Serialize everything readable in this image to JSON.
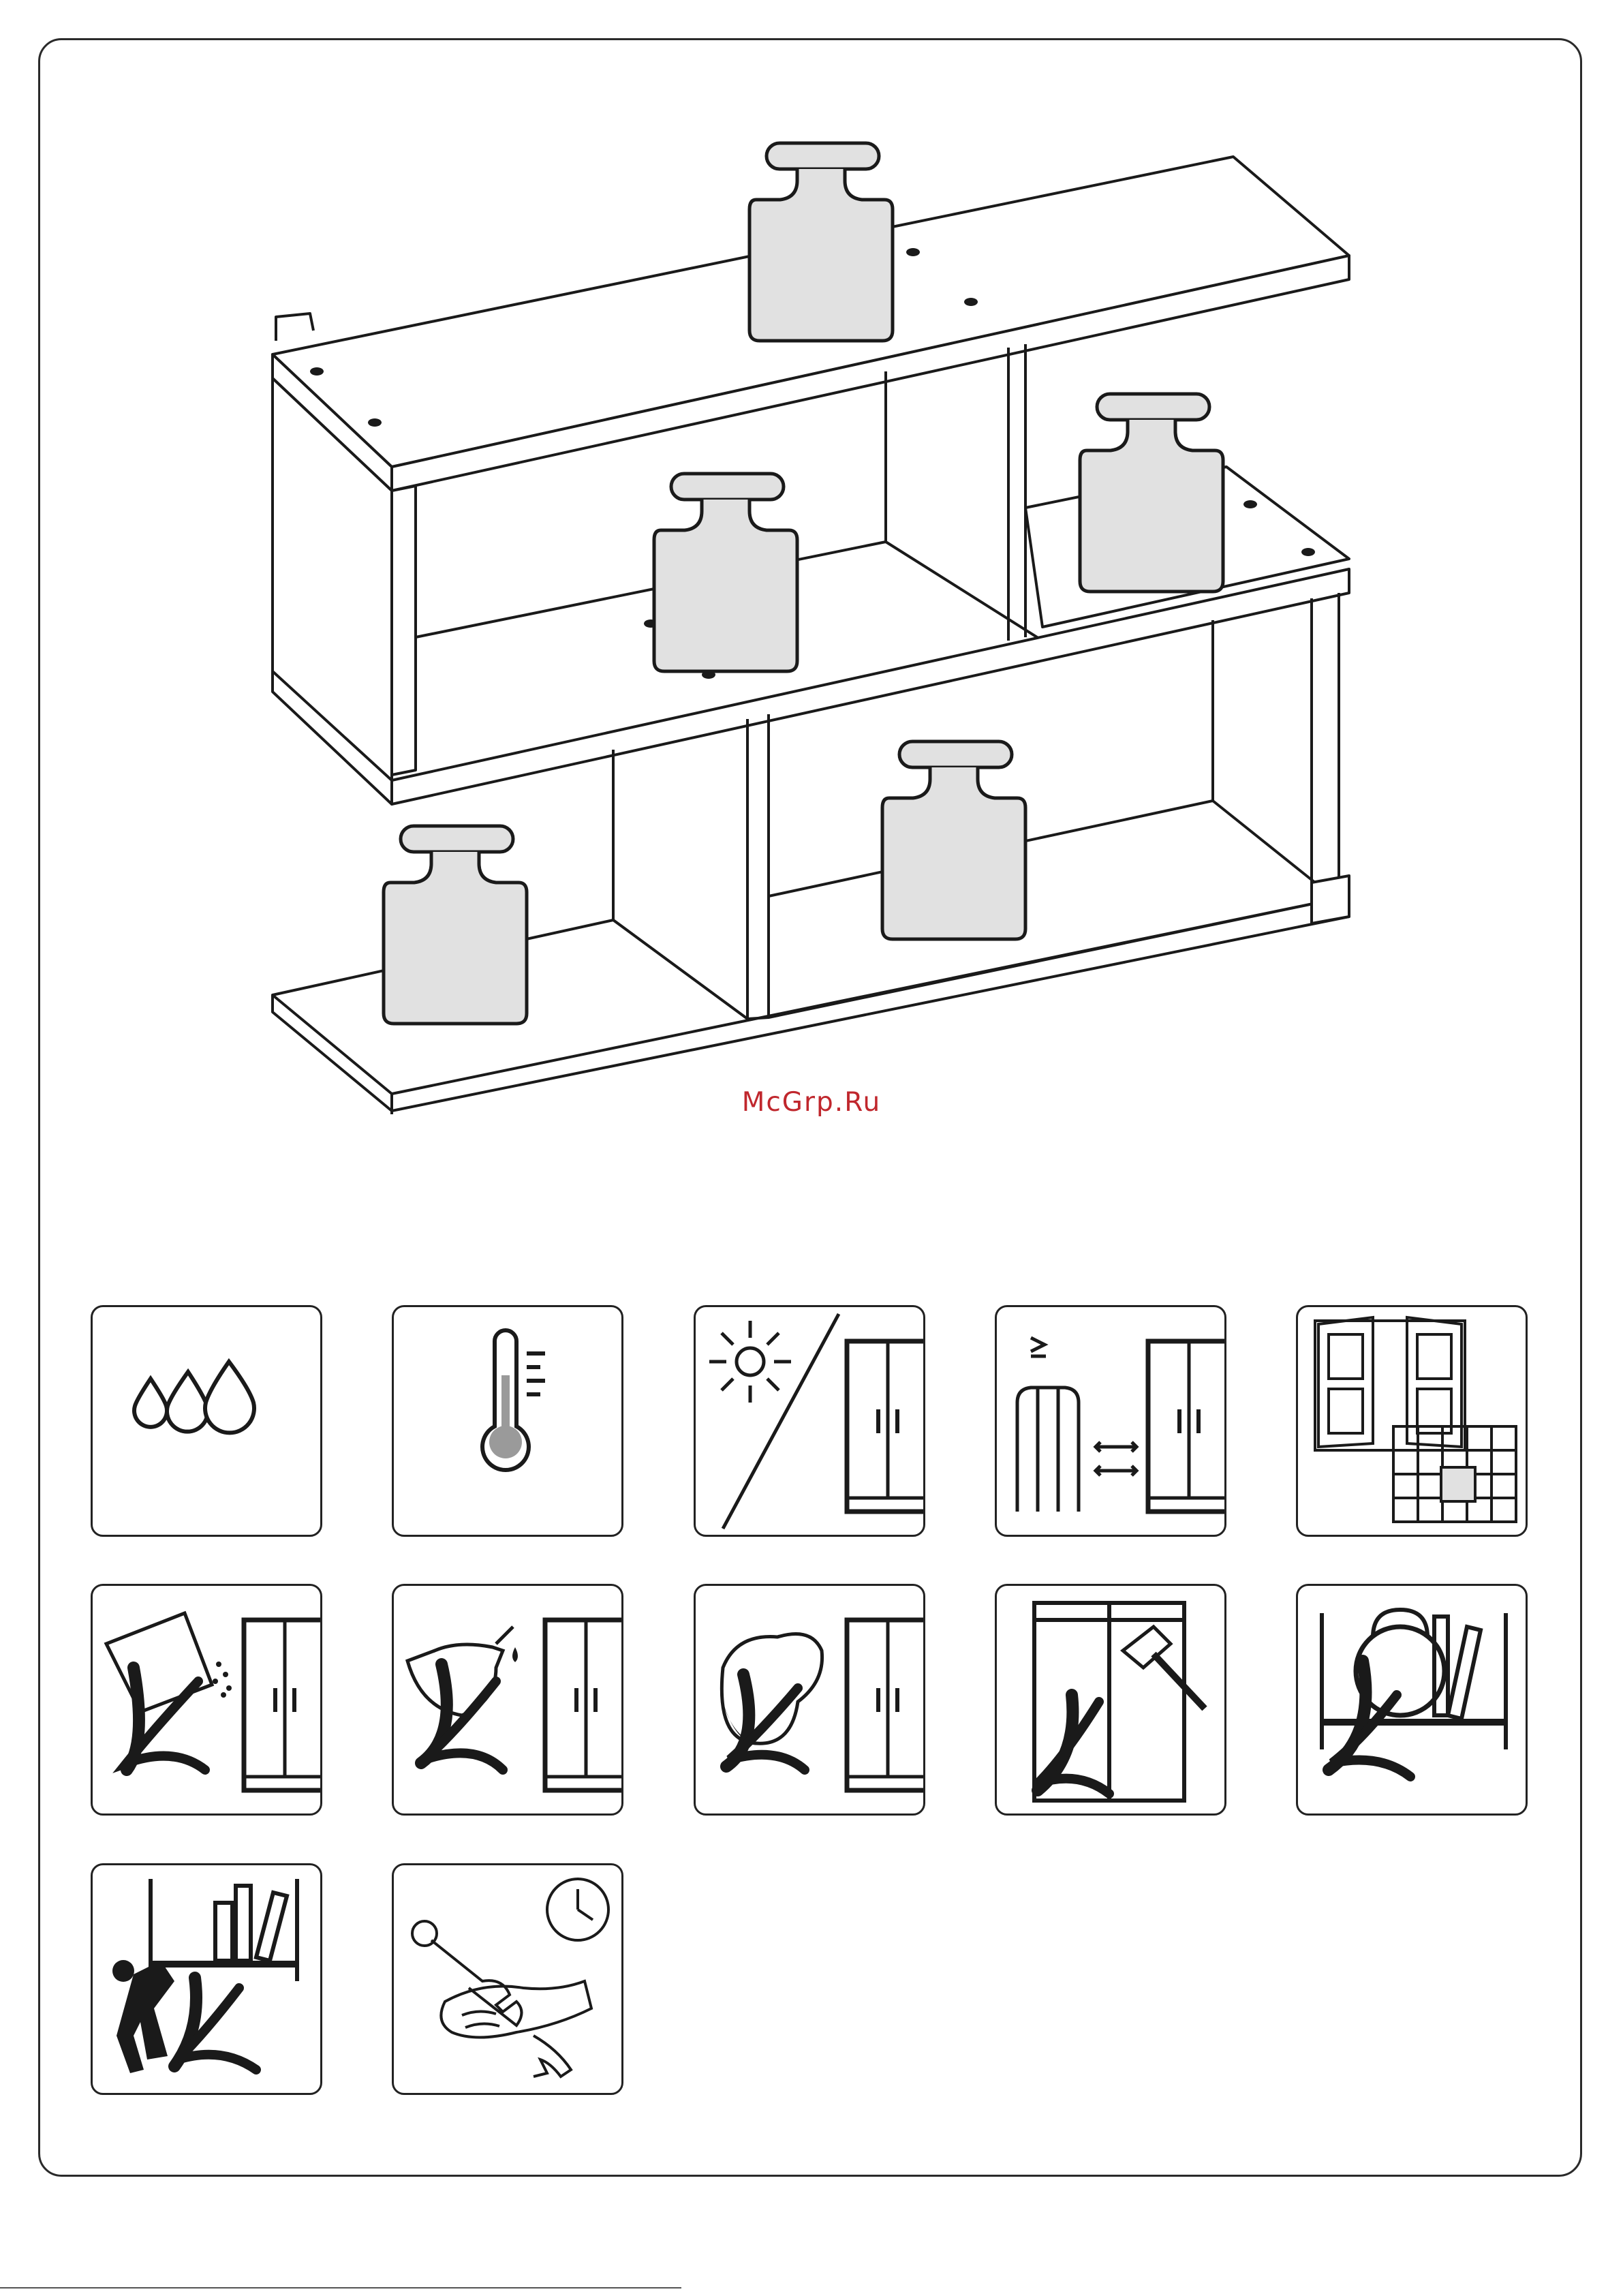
{
  "watermark": {
    "text": "McGrp.Ru",
    "color": "#c0272d"
  },
  "colors": {
    "line": "#1a1a1a",
    "weight_fill": "#e1e1e1",
    "thermo_fill": "#9a9a9a",
    "frame": "#2a2a2a"
  },
  "illustration": {
    "subject": "open-wall-shelf-with-load-weights",
    "weights_count": 5
  },
  "warning_icons": [
    {
      "name": "humidity-icon"
    },
    {
      "name": "temperature-icon"
    },
    {
      "name": "no-direct-sunlight-icon"
    },
    {
      "name": "keep-distance-from-heat-icon"
    },
    {
      "name": "ventilate-room-icon"
    },
    {
      "name": "no-spray-cleaner-icon"
    },
    {
      "name": "no-solvent-icon"
    },
    {
      "name": "no-abrasive-sponge-icon"
    },
    {
      "name": "no-hammering-glass-icon"
    },
    {
      "name": "no-heavy-load-icon"
    },
    {
      "name": "no-climbing-icon"
    },
    {
      "name": "check-screws-periodically-icon"
    }
  ]
}
